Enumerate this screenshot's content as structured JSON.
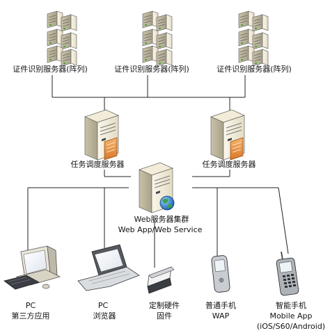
{
  "recognition_servers": [
    {
      "label": "证件识别服务器(阵列)"
    },
    {
      "label": "证件识别服务器(阵列)"
    },
    {
      "label": "证件识别服务器(阵列)"
    }
  ],
  "dispatch_servers": [
    {
      "label": "任务调度服务器"
    },
    {
      "label": "任务调度服务器"
    }
  ],
  "web_cluster": {
    "line1": "Web服务器集群",
    "line2": "Web App/Web Service"
  },
  "clients": [
    {
      "line1": "PC",
      "line2": "第三方应用",
      "line3": ""
    },
    {
      "line1": "PC",
      "line2": "浏览器",
      "line3": ""
    },
    {
      "line1": "定制硬件",
      "line2": "固件",
      "line3": ""
    },
    {
      "line1": "普通手机",
      "line2": "WAP",
      "line3": ""
    },
    {
      "line1": "智能手机",
      "line2": "Mobile App",
      "line3": "(iOS/S60/Android)"
    }
  ]
}
